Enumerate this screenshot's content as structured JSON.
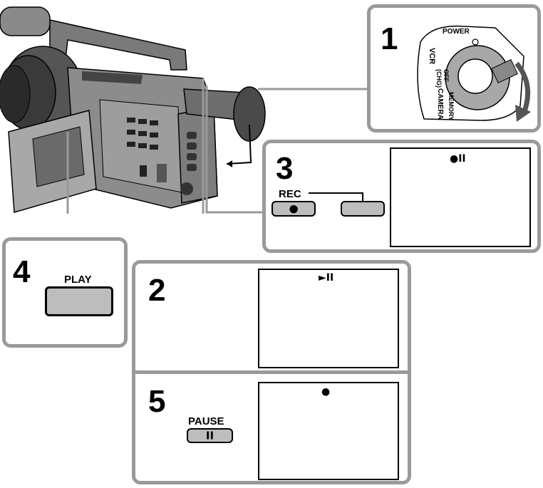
{
  "steps": {
    "step1": {
      "number": "1",
      "dial_labels": {
        "power": "POWER",
        "vcr": "VCR",
        "off": "OFF",
        "chg": "(CHG)",
        "camera": "CAMERA",
        "memory": "MEMORY"
      }
    },
    "step2": {
      "number": "2",
      "indicator": "►II"
    },
    "step3": {
      "number": "3",
      "button_label": "REC",
      "indicator": "●II",
      "rec_symbol": "●"
    },
    "step4": {
      "number": "4",
      "button_label": "PLAY"
    },
    "step5": {
      "number": "5",
      "button_label": "PAUSE",
      "button_symbol": "II",
      "indicator": "●"
    }
  },
  "colors": {
    "panel_border": "#9a9a9a",
    "button_fill": "#bdbdbd",
    "camera_body": "#8c8c8c"
  }
}
